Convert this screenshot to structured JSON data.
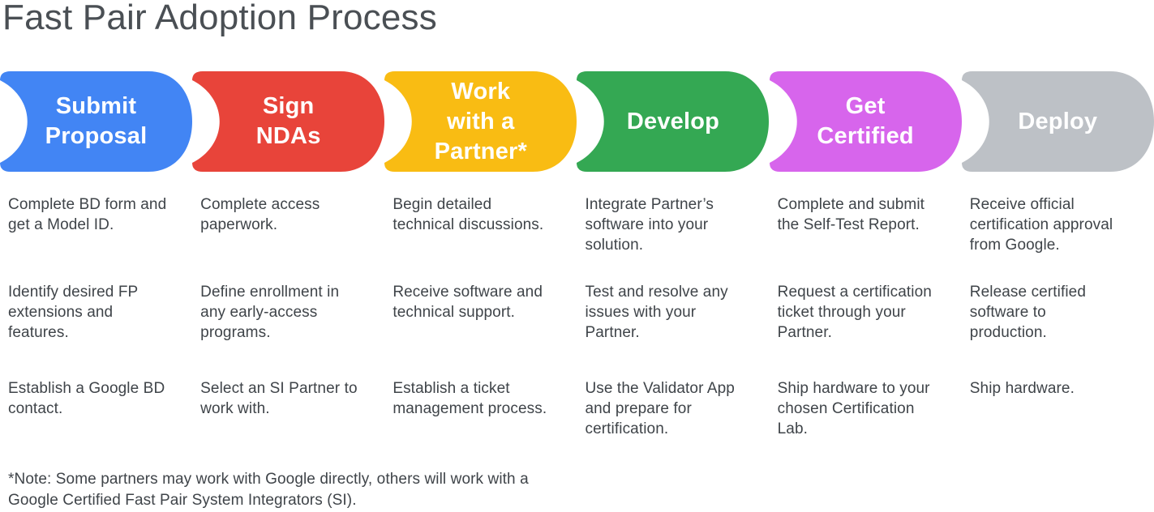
{
  "title": "Fast Pair Adoption Process",
  "note": "*Note: Some partners may work with Google directly, others will work with a\nGoogle Certified Fast Pair System Integrators (SI).",
  "colors": {
    "blue": "#4285F4",
    "red": "#E8443A",
    "yellow": "#F9BC13",
    "green": "#34A853",
    "magenta": "#D765EC",
    "gray": "#BDC1C6",
    "label_text": "#FFFFFF",
    "body_text": "#3F4449"
  },
  "stages": [
    {
      "label": "Submit\nProposal",
      "color": "#4285F4",
      "tasks": [
        "Complete BD form and\nget a Model ID.",
        "Identify desired FP\nextensions and\nfeatures.",
        "Establish a Google BD\ncontact."
      ]
    },
    {
      "label": "Sign\nNDAs",
      "color": "#E8443A",
      "tasks": [
        "Complete access\npaperwork.",
        "Define enrollment in\nany early-access\nprograms.",
        "Select an SI Partner to\nwork with."
      ]
    },
    {
      "label": "Work\nwith a\nPartner*",
      "color": "#F9BC13",
      "tasks": [
        "Begin detailed\ntechnical discussions.",
        "Receive software and\ntechnical support.",
        "Establish a ticket\nmanagement process."
      ]
    },
    {
      "label": "Develop",
      "color": "#34A853",
      "tasks": [
        "Integrate Partner’s\nsoftware into your\nsolution.",
        "Test and resolve any\nissues with your\nPartner.",
        "Use the Validator App\nand prepare for\ncertification."
      ]
    },
    {
      "label": "Get\nCertified",
      "color": "#D765EC",
      "tasks": [
        "Complete and submit\nthe Self-Test Report.",
        "Request a certification\nticket through your\nPartner.",
        "Ship hardware to your\nchosen Certification\nLab."
      ]
    },
    {
      "label": "Deploy",
      "color": "#BDC1C6",
      "tasks": [
        "Receive official\ncertification approval\nfrom Google.",
        "Release certified\nsoftware to\nproduction.",
        "Ship hardware."
      ]
    }
  ]
}
